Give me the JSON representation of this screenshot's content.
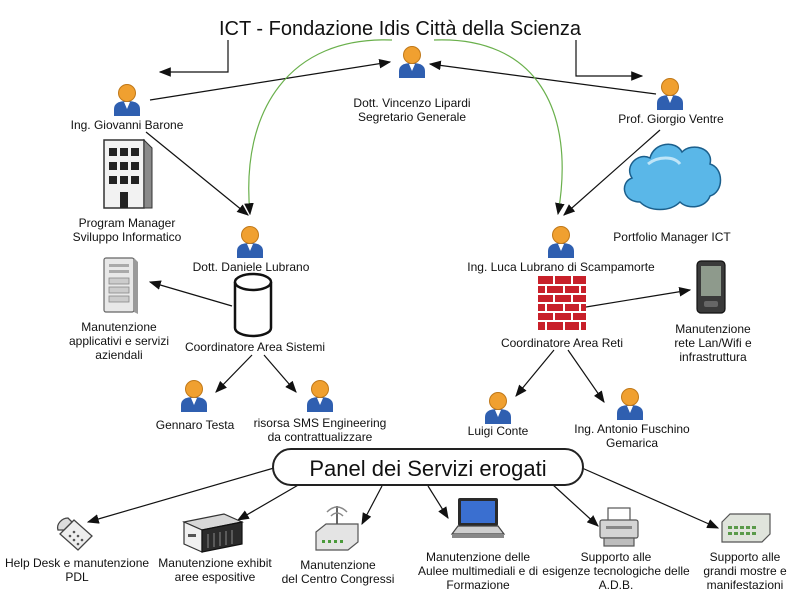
{
  "title": "ICT - Fondazione Idis Città della Scienza",
  "people": {
    "lipardi": {
      "name": "Dott. Vincenzo Lipardi",
      "role": "Segretario Generale"
    },
    "barone": {
      "name": "Ing. Giovanni Barone",
      "role": ""
    },
    "ventre": {
      "name": "Prof. Giorgio Ventre",
      "role": ""
    },
    "daniele": {
      "name": "Dott. Daniele Lubrano"
    },
    "luca": {
      "name": "Ing. Luca Lubrano di Scampamorte"
    },
    "testa": {
      "name": "Gennaro Testa"
    },
    "sms": {
      "line1": "risorsa SMS Engineering",
      "line2": "da contrattualizzare"
    },
    "conte": {
      "name": "Luigi Conte"
    },
    "fuschino": {
      "line1": "Ing. Antonio Fuschino",
      "line2": "Gemarica"
    }
  },
  "roles": {
    "program_manager": {
      "line1": "Program Manager",
      "line2": "Sviluppo Informatico"
    },
    "portfolio_manager": "Portfolio Manager ICT",
    "coord_sistemi": "Coordinatore Area Sistemi",
    "coord_reti": "Coordinatore Area Reti",
    "manut_applicativi": {
      "line1": "Manutenzione",
      "line2": "applicativi e servizi",
      "line3": "aziendali"
    },
    "manut_rete": {
      "line1": "Manutenzione",
      "line2": "rete Lan/Wifi e",
      "line3": "infrastruttura"
    }
  },
  "panel": {
    "label": "Panel dei Servizi erogati"
  },
  "services": [
    {
      "line1": "Help Desk e manutenzione",
      "line2": "PDL"
    },
    {
      "line1": "Manutenzione exhibit",
      "line2": "aree espositive"
    },
    {
      "line1": "Manutenzione",
      "line2": "del Centro Congressi"
    },
    {
      "line1": "Manutenzione delle",
      "line2": "Aulee multimediali e di",
      "line3": "Formazione"
    },
    {
      "line1": "Supporto alle",
      "line2": "esigenze tecnologiche delle",
      "line3": "A.D.B."
    },
    {
      "line1": "Supporto alle",
      "line2": "grandi mostre e",
      "line3": "manifestazioni"
    }
  ],
  "colors": {
    "person_head": "#f0a030",
    "person_body": "#2f5fb0",
    "firewall": "#c8202a",
    "cloud": "#5ab7e8",
    "green_arrow": "#6ab04c"
  },
  "icons": [
    "person-icon",
    "building-icon",
    "cloud-icon",
    "server-icon",
    "database-icon",
    "firewall-icon",
    "pda-icon",
    "phone-icon",
    "exhibit-device-icon",
    "router-icon",
    "laptop-icon",
    "printer-icon",
    "network-switch-icon"
  ]
}
